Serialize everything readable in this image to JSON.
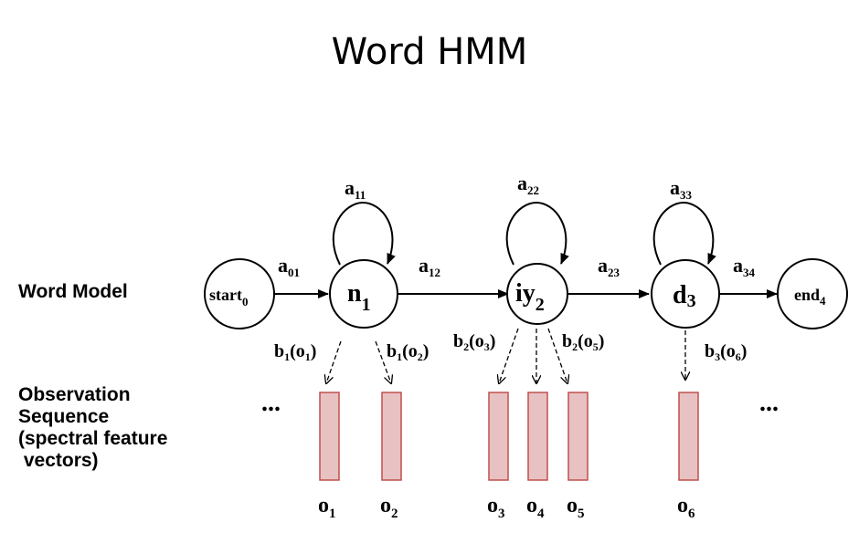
{
  "title": "Word HMM",
  "labels": {
    "word_model": "Word Model",
    "observation_sequence": "Observation\nSequence\n(spectral feature\n vectors)"
  },
  "states": {
    "start": {
      "name": "start",
      "sub": "0"
    },
    "n": {
      "name": "n",
      "sub": "1"
    },
    "iy": {
      "name": "iy",
      "sub": "2"
    },
    "d": {
      "name": "d",
      "sub": "3"
    },
    "end": {
      "name": "end",
      "sub": "4"
    }
  },
  "transitions": {
    "a01": {
      "base": "a",
      "sub": "01"
    },
    "a12": {
      "base": "a",
      "sub": "12"
    },
    "a23": {
      "base": "a",
      "sub": "23"
    },
    "a34": {
      "base": "a",
      "sub": "34"
    },
    "a11": {
      "base": "a",
      "sub": "11"
    },
    "a22": {
      "base": "a",
      "sub": "22"
    },
    "a33": {
      "base": "a",
      "sub": "33"
    }
  },
  "emissions": [
    {
      "b": "1",
      "o": "1"
    },
    {
      "b": "1",
      "o": "2"
    },
    {
      "b": "2",
      "o": "3"
    },
    {
      "b": "2",
      "o": "5"
    },
    {
      "b": "3",
      "o": "6"
    }
  ],
  "observations": [
    {
      "base": "o",
      "sub": "1"
    },
    {
      "base": "o",
      "sub": "2"
    },
    {
      "base": "o",
      "sub": "3"
    },
    {
      "base": "o",
      "sub": "4"
    },
    {
      "base": "o",
      "sub": "5"
    },
    {
      "base": "o",
      "sub": "6"
    }
  ],
  "ellipsis": "...",
  "colors": {
    "vector_fill": "#e8c1c3",
    "vector_stroke": "#c0504d"
  }
}
